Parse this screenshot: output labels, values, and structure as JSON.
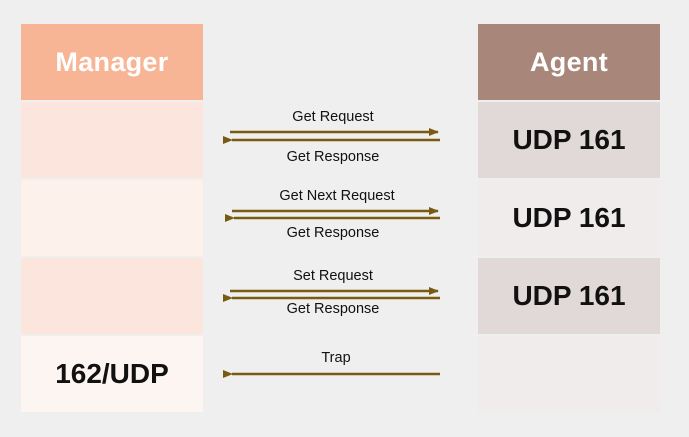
{
  "manager": {
    "title": "Manager",
    "cells": [
      "",
      "",
      "",
      "162/UDP"
    ]
  },
  "agent": {
    "title": "Agent",
    "cells": [
      "UDP 161",
      "UDP 161",
      "UDP 161",
      ""
    ]
  },
  "exchanges": [
    {
      "top": "Get Request",
      "bottom": "Get Response"
    },
    {
      "top": "Get Next Request",
      "bottom": "Get Response"
    },
    {
      "top": "Set Request",
      "bottom": "Get Response"
    },
    {
      "top": "Trap",
      "bottom": ""
    }
  ],
  "colors": {
    "manager_header": "#f8b595",
    "agent_header": "#a8877a",
    "arrow": "#7a5a12"
  }
}
